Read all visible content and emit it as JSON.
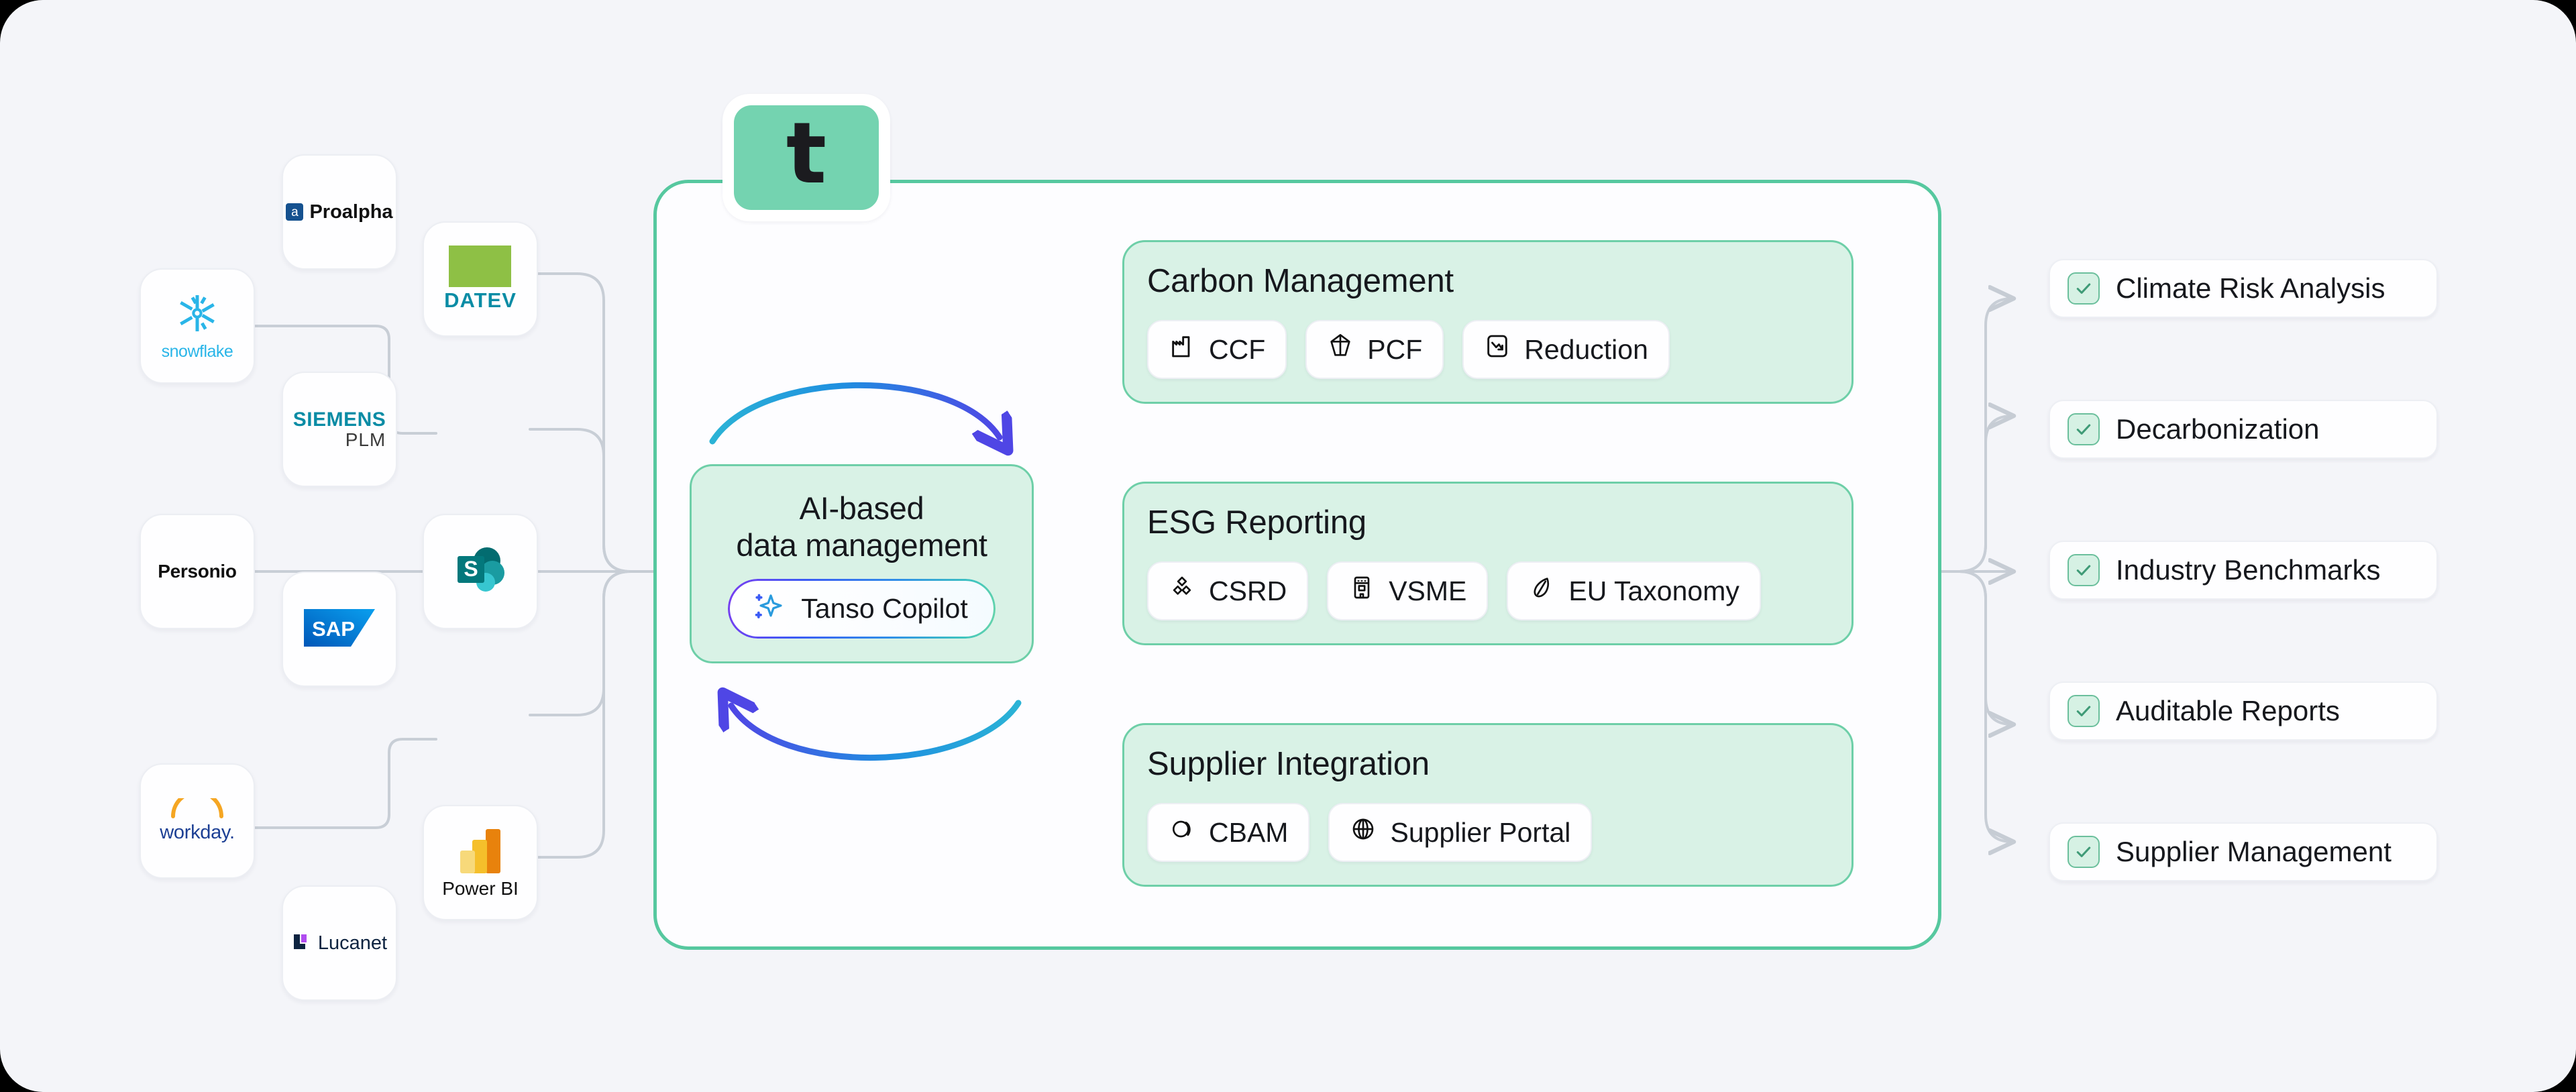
{
  "diagram": {
    "title": "Tanso platform architecture diagram",
    "brand_color": "#74d3b0",
    "panel_border_color": "#56c89f",
    "group_fill_color": "#d9f2e6",
    "canvas_bg": "#f4f5f9"
  },
  "center": {
    "logo_letter": "t",
    "ai_title_line1": "AI-based",
    "ai_title_line2": "data management",
    "copilot_label": "Tanso Copilot"
  },
  "sources": [
    {
      "name": "snowflake",
      "label": "snowflake",
      "icon": "snowflake-logo"
    },
    {
      "name": "proalpha",
      "label": "Proalpha",
      "icon": "proalpha-logo"
    },
    {
      "name": "datev",
      "label": "DATEV",
      "icon": "datev-logo"
    },
    {
      "name": "siemens-plm",
      "label": "SIEMENS",
      "sub_label": "PLM",
      "icon": "siemens-logo"
    },
    {
      "name": "personio",
      "label": "Personio",
      "icon": "personio-logo"
    },
    {
      "name": "sharepoint",
      "label": "",
      "icon": "sharepoint-logo"
    },
    {
      "name": "sap",
      "label": "SAP",
      "icon": "sap-logo"
    },
    {
      "name": "workday",
      "label": "workday.",
      "icon": "workday-logo"
    },
    {
      "name": "power-bi",
      "label": "Power BI",
      "icon": "powerbi-logo"
    },
    {
      "name": "lucanet",
      "label": "Lucanet",
      "icon": "lucanet-logo"
    }
  ],
  "feature_groups": [
    {
      "title": "Carbon Management",
      "chips": [
        {
          "label": "CCF",
          "icon": "factory-icon"
        },
        {
          "label": "PCF",
          "icon": "cube-icon"
        },
        {
          "label": "Reduction",
          "icon": "chart-down-icon"
        }
      ]
    },
    {
      "title": "ESG Reporting",
      "chips": [
        {
          "label": "CSRD",
          "icon": "molecule-icon"
        },
        {
          "label": "VSME",
          "icon": "building-icon"
        },
        {
          "label": "EU Taxonomy",
          "icon": "leaf-icon"
        }
      ]
    },
    {
      "title": "Supplier Integration",
      "chips": [
        {
          "label": "CBAM",
          "icon": "cbam-circle-icon"
        },
        {
          "label": "Supplier Portal",
          "icon": "globe-icon"
        }
      ]
    }
  ],
  "outputs": [
    {
      "label": "Climate Risk Analysis",
      "icon": "check-square-icon"
    },
    {
      "label": "Decarbonization",
      "icon": "check-square-icon"
    },
    {
      "label": "Industry Benchmarks",
      "icon": "check-square-icon"
    },
    {
      "label": "Auditable Reports",
      "icon": "check-square-icon"
    },
    {
      "label": "Supplier Management",
      "icon": "check-square-icon"
    }
  ]
}
